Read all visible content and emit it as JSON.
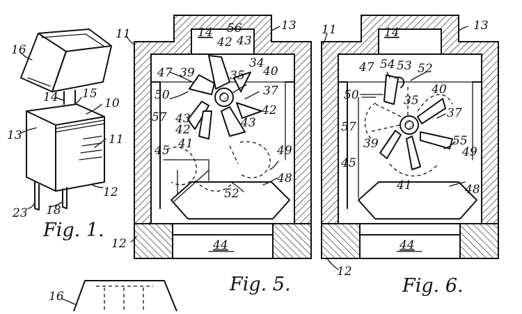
{
  "figures": [
    {
      "caption": "Fig. 1.",
      "labels": [
        "16",
        "14",
        "15",
        "10",
        "13",
        "11",
        "12",
        "23",
        "18"
      ]
    },
    {
      "caption": "Fig. 5.",
      "labels": [
        "11",
        "14",
        "56",
        "42",
        "43",
        "13",
        "47",
        "39",
        "34",
        "35",
        "40",
        "50",
        "37",
        "57",
        "43",
        "42",
        "42",
        "43",
        "41",
        "45",
        "49",
        "48",
        "52",
        "12",
        "44"
      ]
    },
    {
      "caption": "Fig. 6.",
      "labels": [
        "11",
        "14",
        "13",
        "47",
        "54",
        "53",
        "52",
        "50",
        "35",
        "40",
        "37",
        "57",
        "39",
        "55",
        "49",
        "45",
        "41",
        "48",
        "12",
        "44"
      ]
    }
  ],
  "partial_figure_labels": [
    "16"
  ]
}
